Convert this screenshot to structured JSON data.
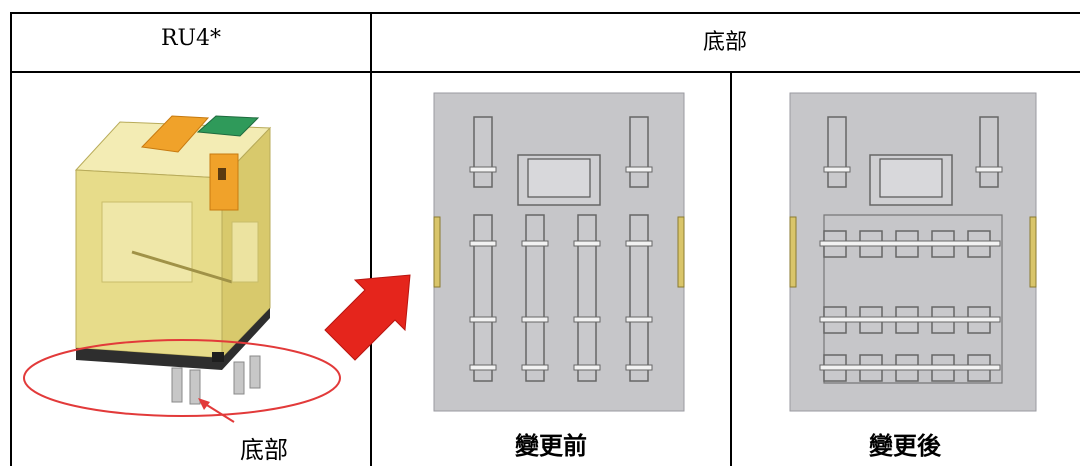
{
  "header": {
    "model_label": "RU4*",
    "bottom_label": "底部"
  },
  "captions": {
    "relay_bottom_label": "底部",
    "before_change": "變更前",
    "after_change": "變更後"
  },
  "colors": {
    "relay_body": "#e7dc8a",
    "relay_band": "#f0a22a",
    "relay_button": "#2f9a5a",
    "highlight_ellipse": "#e23a3a",
    "arrow": "#e5251c",
    "base_plate": "#c6c6c9"
  },
  "icons": {
    "arrow": "red-arrow-icon"
  }
}
